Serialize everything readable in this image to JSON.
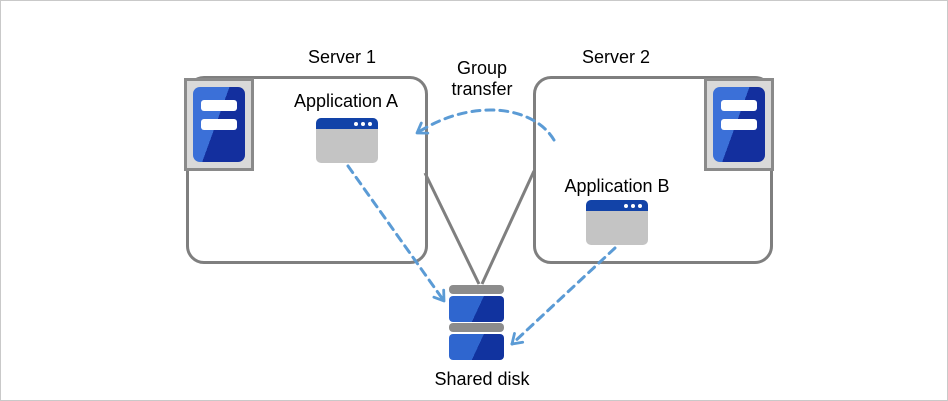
{
  "diagram": {
    "servers": [
      {
        "label": "Server 1",
        "application": "Application A"
      },
      {
        "label": "Server 2",
        "application": "Application B"
      }
    ],
    "group_transfer": {
      "label": "Group transfer"
    },
    "storage": {
      "label": "Shared disk"
    },
    "colors": {
      "arrow_blue": "#5B9BD5",
      "box_border_gray": "#7F7F7F",
      "server_blue_light": "#3B70D8",
      "server_blue_dark": "#132F9E",
      "app_titlebar_blue": "#1243A8",
      "app_body_gray": "#C4C4C4",
      "disk_cap_gray": "#8C8C8C",
      "frame_gray": "#C9C9C9"
    }
  }
}
